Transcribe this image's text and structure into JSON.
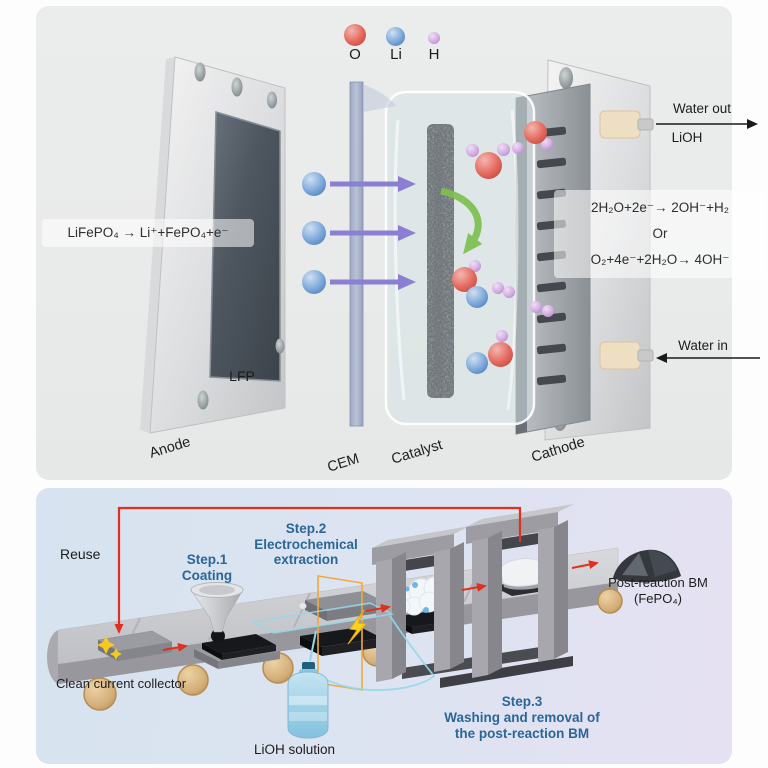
{
  "colors": {
    "step_label_blue": "#2a6699",
    "reuse_red": "#e0301e",
    "highlight_orange": "#f2a93b",
    "reaction_green": "#7cc14e",
    "ion_arrow_purple": "#8a7fd2",
    "o_sphere": "#e2675c",
    "li_sphere": "#7aa6d9",
    "h_sphere": "#d3abe2"
  },
  "top_panel": {
    "legend": [
      {
        "label": "O"
      },
      {
        "label": "Li"
      },
      {
        "label": "H"
      }
    ],
    "anode_reaction": "LiFePO₄ → Li⁺+FePO₄+e⁻",
    "cathode_reaction_1": "2H₂O+2e⁻→ 2OH⁻+H₂",
    "cathode_reaction_or": "Or",
    "cathode_reaction_2": "O₂+4e⁻+2H₂O→ 4OH⁻",
    "water_out_label": "Water out",
    "lioh_label": "LiOH",
    "water_in_label": "Water in",
    "lfp_label": "LFP",
    "anode_label": "Anode",
    "cem_label": "CEM",
    "catalyst_label": "Catalyst",
    "cathode_label": "Cathode"
  },
  "bottom_panel": {
    "reuse_label": "Reuse",
    "clean_collector_label": "Clean current collector",
    "step1_title": "Step.1",
    "step1_subtitle": "Coating",
    "step2_title": "Step.2",
    "step2_line2": "Electrochemical",
    "step2_line3": "extraction",
    "step3_title": "Step.3",
    "step3_line2": "Washing and removal of",
    "step3_line3": "the post-reaction BM",
    "lioh_solution_label": "LiOH solution",
    "post_reaction_line1": "Post-reaction BM",
    "post_reaction_line2": "(FePO₄)"
  }
}
